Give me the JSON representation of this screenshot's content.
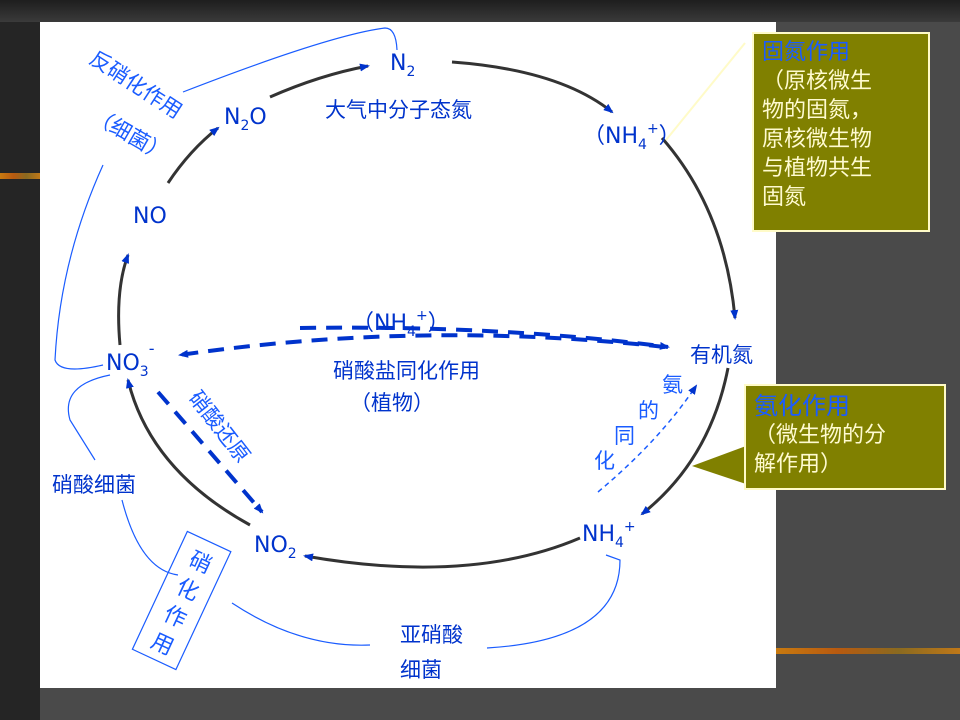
{
  "nodes": {
    "n2": {
      "main": "N",
      "sub": "2"
    },
    "n2_label": "大气中分子态氮",
    "n2o": {
      "n": "N",
      "sub": "2",
      "o": "O"
    },
    "no": "NO",
    "no3": {
      "main": "NO",
      "sub": "3",
      "sup": "-"
    },
    "no2": {
      "main": "NO",
      "sub": "2"
    },
    "nh4_top": {
      "open": "（",
      "main": "NH",
      "sub": "4",
      "sup": "+",
      "close": "）"
    },
    "nh4_mid": {
      "open": "（",
      "main": "NH",
      "sub": "4",
      "sup": "+",
      "close": "）"
    },
    "nh4_bottom": {
      "main": "NH",
      "sub": "4",
      "sup": "+"
    },
    "organic_n": "有机氮"
  },
  "labels": {
    "denitrification": "反硝化作用",
    "denitrification_sub": "（细菌）",
    "nitrate_assimilation": "硝酸盐同化作用",
    "nitrate_assimilation_sub": "（植物）",
    "nitrate_reduction": "硝酸还原",
    "ammonia_assimilation": [
      "氨",
      "的",
      "同",
      "化"
    ],
    "nitrate_bacteria": "硝酸细菌",
    "nitrite_bacteria_1": "亚硝酸",
    "nitrite_bacteria_2": "细菌",
    "nitrification": [
      "硝",
      "化",
      "作",
      "用"
    ]
  },
  "callouts": {
    "fixation": {
      "title": "固氮作用",
      "lines": [
        "（原核微生",
        "物的固氮，",
        "原核微生物",
        "与植物共生",
        "固氮"
      ]
    },
    "ammonification": {
      "title": "氨化作用",
      "lines": [
        "（微生物的分",
        "解作用）"
      ]
    }
  },
  "colors": {
    "blue": "#0033cc",
    "light_blue": "#1a5cff",
    "callout_bg": "#808000",
    "callout_text": "#fffbd0"
  }
}
